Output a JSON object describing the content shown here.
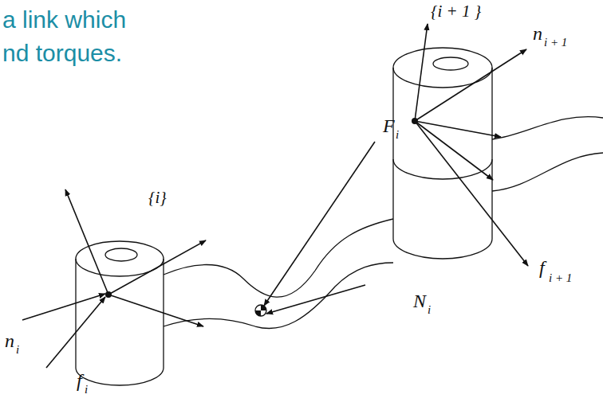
{
  "diagram": {
    "labels": [
      "a link which",
      "nd torques.",
      "{i + 1 }",
      "n",
      "i + 1",
      "F",
      "i",
      "{i}",
      "f",
      "i + 1",
      "N",
      "i",
      "n",
      "i",
      "f",
      "i"
    ]
  }
}
